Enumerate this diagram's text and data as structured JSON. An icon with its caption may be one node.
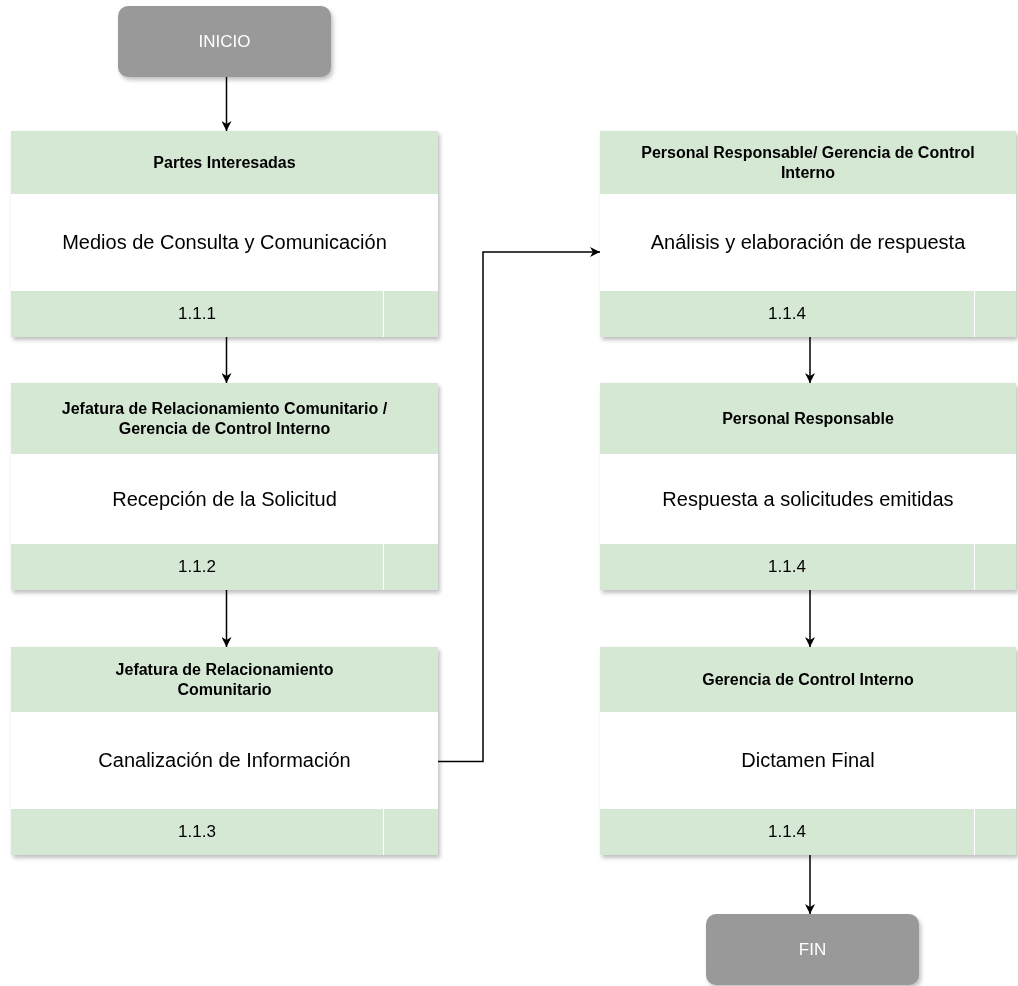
{
  "diagram": {
    "nodes": [
      {
        "text": [
          "INICIO"
        ]
      },
      {
        "text": [
          "Partes Interesadas",
          "Medios de Consulta y Comunicación",
          "1.1.1"
        ]
      },
      {
        "text": [
          "Jefatura de Relacionamiento Comunitario / Gerencia de Control Interno",
          "Recepción de la Solicitud",
          "1.1.2"
        ]
      },
      {
        "text": [
          "Jefatura de Relacionamiento Comunitario",
          "Canalización de Información",
          "1.1.3"
        ]
      },
      {
        "text": [
          "Personal Responsable/ Gerencia de Control Interno",
          "Análisis y elaboración de respuesta",
          "1.1.4"
        ]
      },
      {
        "text": [
          "Personal Responsable",
          "Respuesta a solicitudes emitidas",
          "1.1.4"
        ]
      },
      {
        "text": [
          "Gerencia de Control Interno",
          "Dictamen Final",
          "1.1.4"
        ]
      },
      {
        "text": [
          "FIN"
        ]
      }
    ],
    "edges": [
      {
        "from": 0,
        "to": 1,
        "arrow": "to"
      },
      {
        "from": 1,
        "to": 2,
        "arrow": "to"
      },
      {
        "from": 2,
        "to": 3,
        "arrow": "to"
      },
      {
        "from": 3,
        "to": 4,
        "arrow": "to"
      },
      {
        "from": 4,
        "to": 5,
        "arrow": "to"
      },
      {
        "from": 5,
        "to": 6,
        "arrow": "to"
      },
      {
        "from": 6,
        "to": 7,
        "arrow": "to"
      }
    ]
  }
}
